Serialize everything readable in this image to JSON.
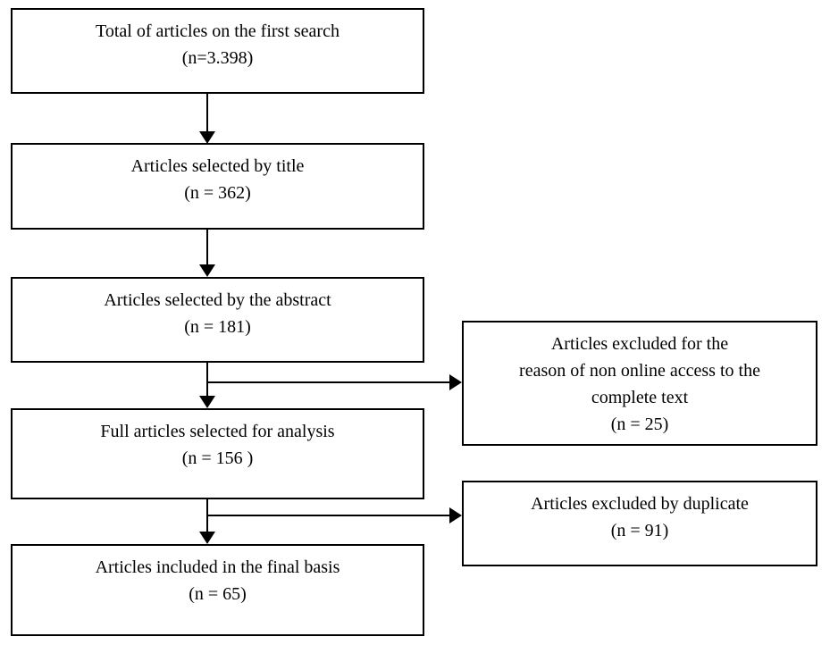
{
  "diagram": {
    "type": "flowchart",
    "colors": {
      "border": "#000000",
      "text": "#000000",
      "background": "#ffffff"
    },
    "main_boxes": [
      {
        "id": "total-first-search",
        "lines": [
          "Total of articles on the first search",
          "(n=3.398)"
        ]
      },
      {
        "id": "selected-by-title",
        "lines": [
          "Articles selected by title",
          "(n = 362)"
        ]
      },
      {
        "id": "selected-by-abstract",
        "lines": [
          "Articles selected by the abstract",
          "(n = 181)"
        ]
      },
      {
        "id": "full-articles-analysis",
        "lines": [
          "Full articles selected for analysis",
          "(n = 156 )"
        ]
      },
      {
        "id": "included-final-basis",
        "lines": [
          "Articles included in the final basis",
          "(n = 65)"
        ]
      }
    ],
    "side_boxes": [
      {
        "id": "excluded-no-online-access",
        "lines": [
          "Articles excluded for the",
          "reason of non online access to the",
          "complete text",
          "(n = 25)"
        ]
      },
      {
        "id": "excluded-duplicate",
        "lines": [
          "Articles excluded by duplicate",
          "(n = 91)"
        ]
      }
    ]
  }
}
